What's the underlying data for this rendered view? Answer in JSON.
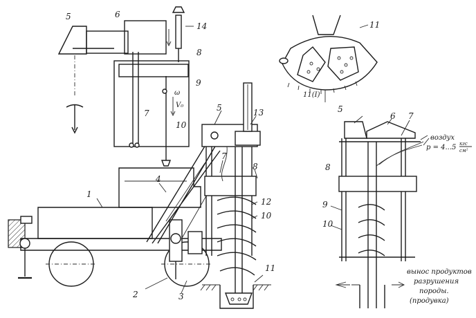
{
  "figure": {
    "labels": {
      "l1": "1",
      "l2": "2",
      "l3": "3",
      "l4": "4",
      "l5": "5",
      "l7": "7",
      "l8": "8",
      "l10": "10",
      "l11": "11",
      "l12": "12",
      "l13": "13"
    },
    "inset_top": {
      "l5": "5",
      "l6": "6",
      "l7": "7",
      "l8": "8",
      "l9": "9",
      "l10": "10",
      "l14": "14",
      "omega": "ω",
      "v0": "V₀"
    },
    "inset_bit": {
      "l11": "11",
      "l11a": "11(I)"
    },
    "inset_right": {
      "l5": "5",
      "l6": "6",
      "l7": "7",
      "l8": "8",
      "l9": "9",
      "l10": "10",
      "air_label": "воздух",
      "air_pressure": "p = 4...5",
      "air_unit_top": "кгс",
      "air_unit_bottom": "см²",
      "removal_line1": "вынос продуктов",
      "removal_line2": "разрушения",
      "removal_line3": "породы.",
      "removal_line4": "(продувка)"
    }
  }
}
